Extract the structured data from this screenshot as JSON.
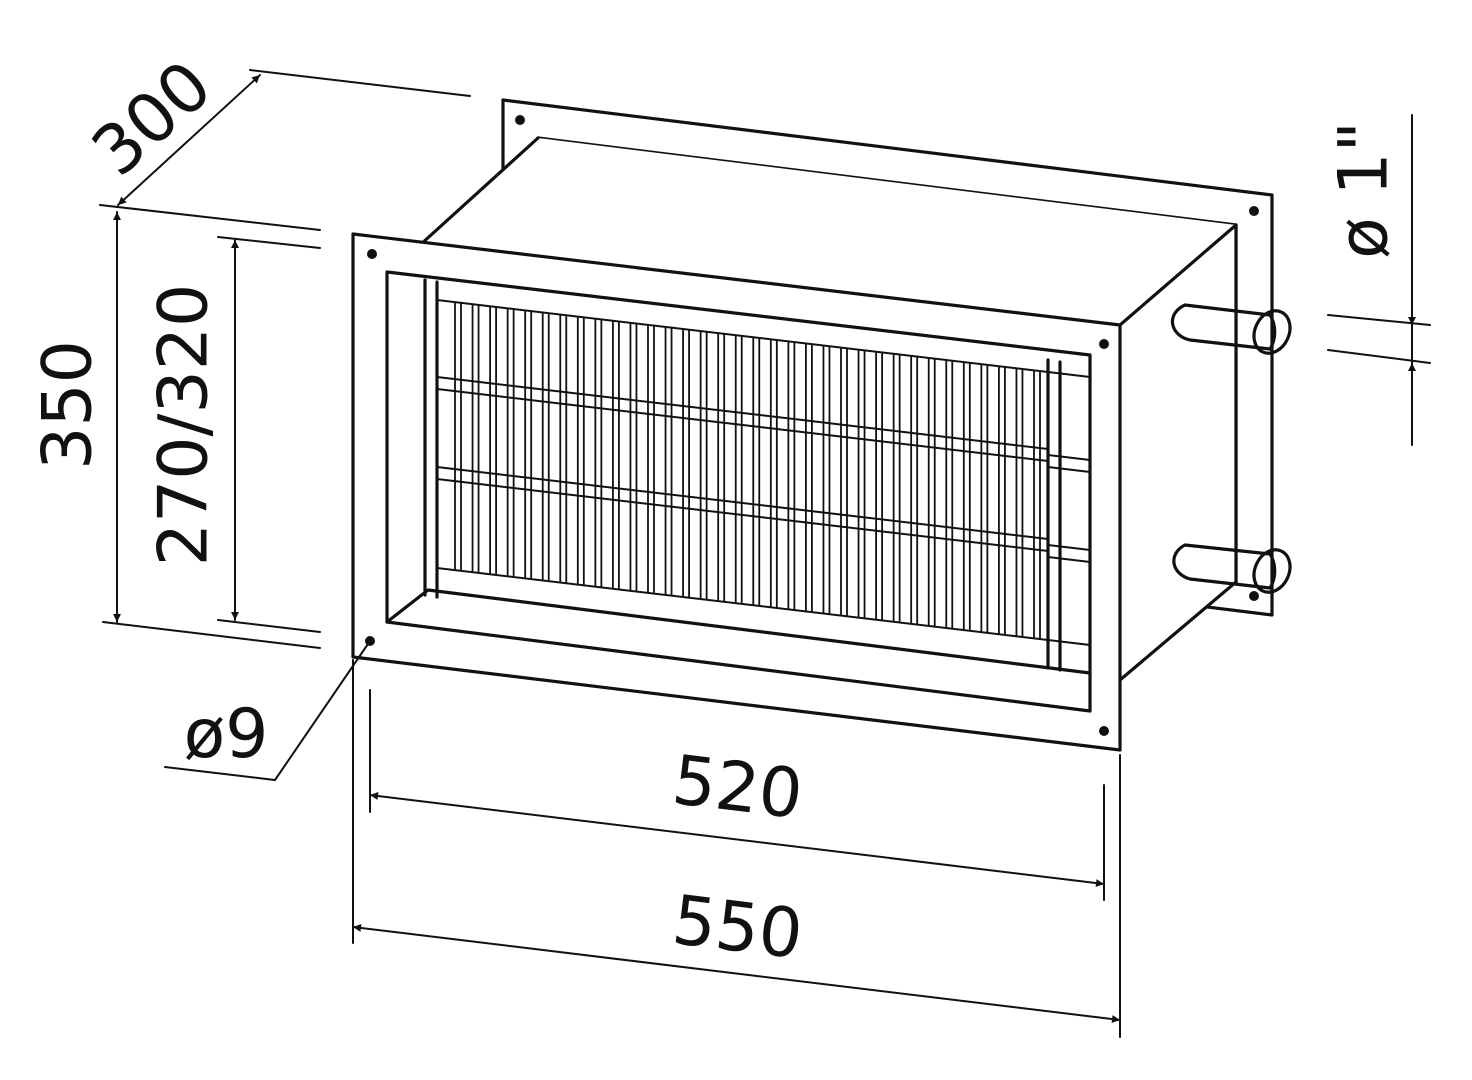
{
  "drawing": {
    "colors": {
      "line": "#111111",
      "background": "#ffffff"
    },
    "dimensions": {
      "depth": "300",
      "height": "350",
      "inner_height": "270/320",
      "inner_width": "520",
      "width": "550",
      "hole": "ø9",
      "pipe": "ø 1\""
    },
    "fin_count": 34
  }
}
